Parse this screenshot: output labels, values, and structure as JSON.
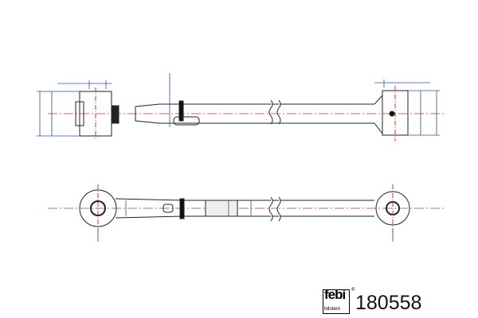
{
  "brand": {
    "logo_main": "febi",
    "logo_sub": "bilstein",
    "registered": "®"
  },
  "part_number": "180558",
  "colors": {
    "outline": "#222222",
    "dimension": "#2a4fa8",
    "centerline": "#c0392b"
  }
}
